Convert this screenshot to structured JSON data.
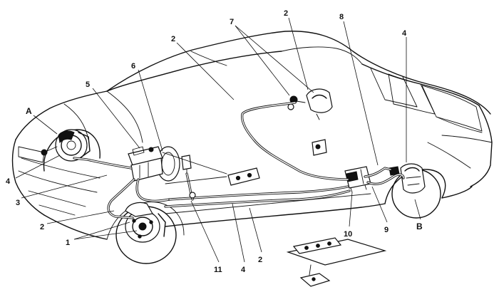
{
  "diagram": {
    "callouts": [
      {
        "id": "c-1",
        "text": "1"
      },
      {
        "id": "c-2a",
        "text": "2"
      },
      {
        "id": "c-2b",
        "text": "2"
      },
      {
        "id": "c-2c",
        "text": "2"
      },
      {
        "id": "c-2d",
        "text": "2"
      },
      {
        "id": "c-3",
        "text": "3"
      },
      {
        "id": "c-4a",
        "text": "4"
      },
      {
        "id": "c-4b",
        "text": "4"
      },
      {
        "id": "c-4c",
        "text": "4"
      },
      {
        "id": "c-5",
        "text": "5"
      },
      {
        "id": "c-6",
        "text": "6"
      },
      {
        "id": "c-7",
        "text": "7"
      },
      {
        "id": "c-8",
        "text": "8"
      },
      {
        "id": "c-9",
        "text": "9"
      },
      {
        "id": "c-10",
        "text": "10"
      },
      {
        "id": "c-11",
        "text": "11"
      },
      {
        "id": "c-A",
        "text": "A"
      },
      {
        "id": "c-B",
        "text": "B"
      }
    ]
  }
}
